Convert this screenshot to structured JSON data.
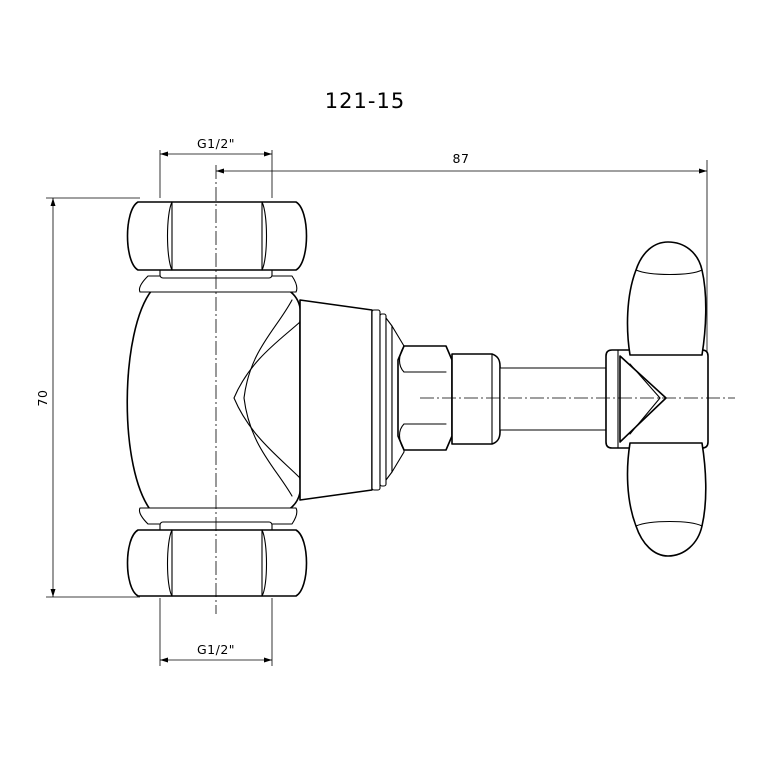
{
  "drawing": {
    "model_code": "121-15",
    "dim_thread_top": "G1/2\"",
    "dim_thread_bottom": "G1/2\"",
    "dim_width": "87",
    "dim_height": "70"
  }
}
